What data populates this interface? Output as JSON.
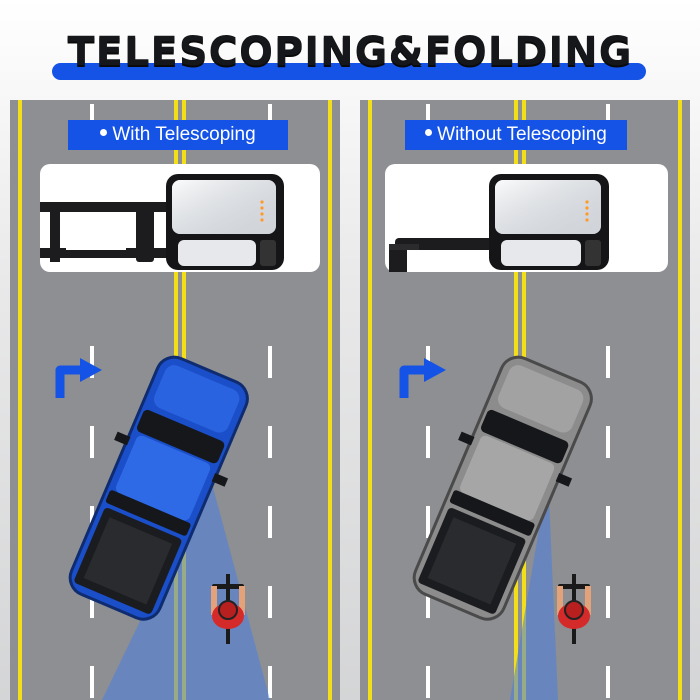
{
  "header": {
    "title": "TELESCOPING&FOLDING"
  },
  "panels": {
    "left": {
      "label": "With Telescoping",
      "truck_color": "#1a4fc9"
    },
    "right": {
      "label": "Without Telescoping",
      "truck_color": "#8c8c8c"
    }
  },
  "colors": {
    "accent": "#1553e6",
    "road": "#8d8f92",
    "lane_yellow": "#f2df1a",
    "lane_white": "#ffffff",
    "sight_cone": "#4a7fe0"
  },
  "icons": [
    "turn-right-arrow-icon",
    "turn-right-arrow-icon"
  ]
}
